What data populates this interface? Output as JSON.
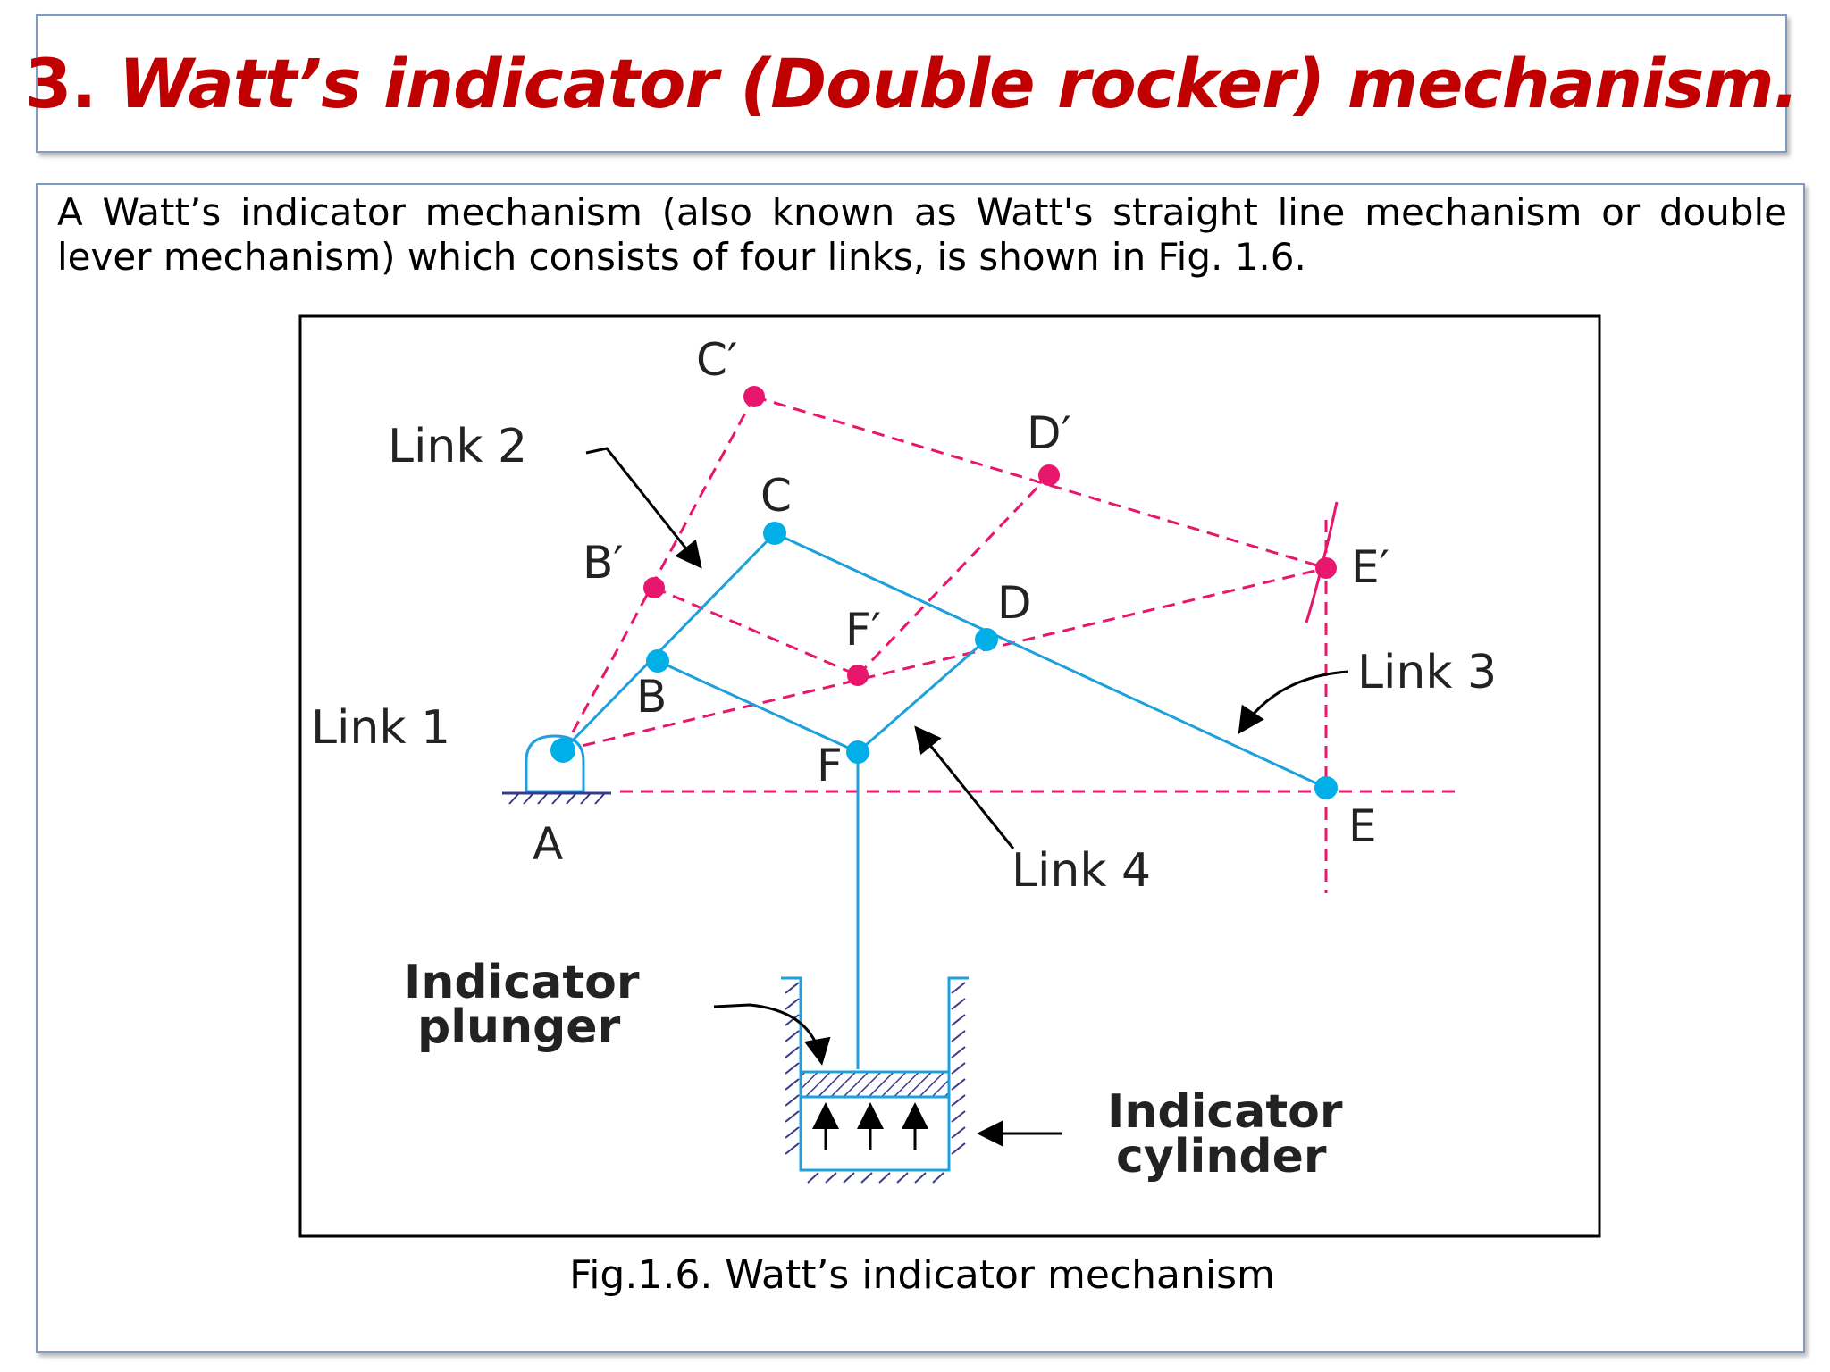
{
  "title": {
    "number": "3. ",
    "text": "Watt’s indicator (Double  rocker) mechanism."
  },
  "intro": "A Watt’s indicator mechanism (also known as Watt's straight line mechanism or double lever mechanism) which consists of four links, is shown in Fig. 1.6.",
  "figure": {
    "labels": {
      "c_prime": "C′",
      "d_prime": "D′",
      "e_prime": "E′",
      "b_prime": "B′",
      "f_prime": "F′",
      "c": "C",
      "d": "D",
      "b": "B",
      "f": "F",
      "a": "A",
      "e": "E",
      "link1": "Link 1",
      "link2": "Link 2",
      "link3": "Link 3",
      "link4": "Link 4",
      "plunger_l1": "Indicator",
      "plunger_l2": "plunger",
      "cylinder_l1": "Indicator",
      "cylinder_l2": "cylinder"
    },
    "colors": {
      "link": "#1ea0dc",
      "joint": "#00aee8",
      "prime": "#e8176d",
      "frame": "#000000",
      "hatch": "#3a3a8c"
    }
  },
  "caption": "Fig.1.6. Watt’s indicator mechanism"
}
